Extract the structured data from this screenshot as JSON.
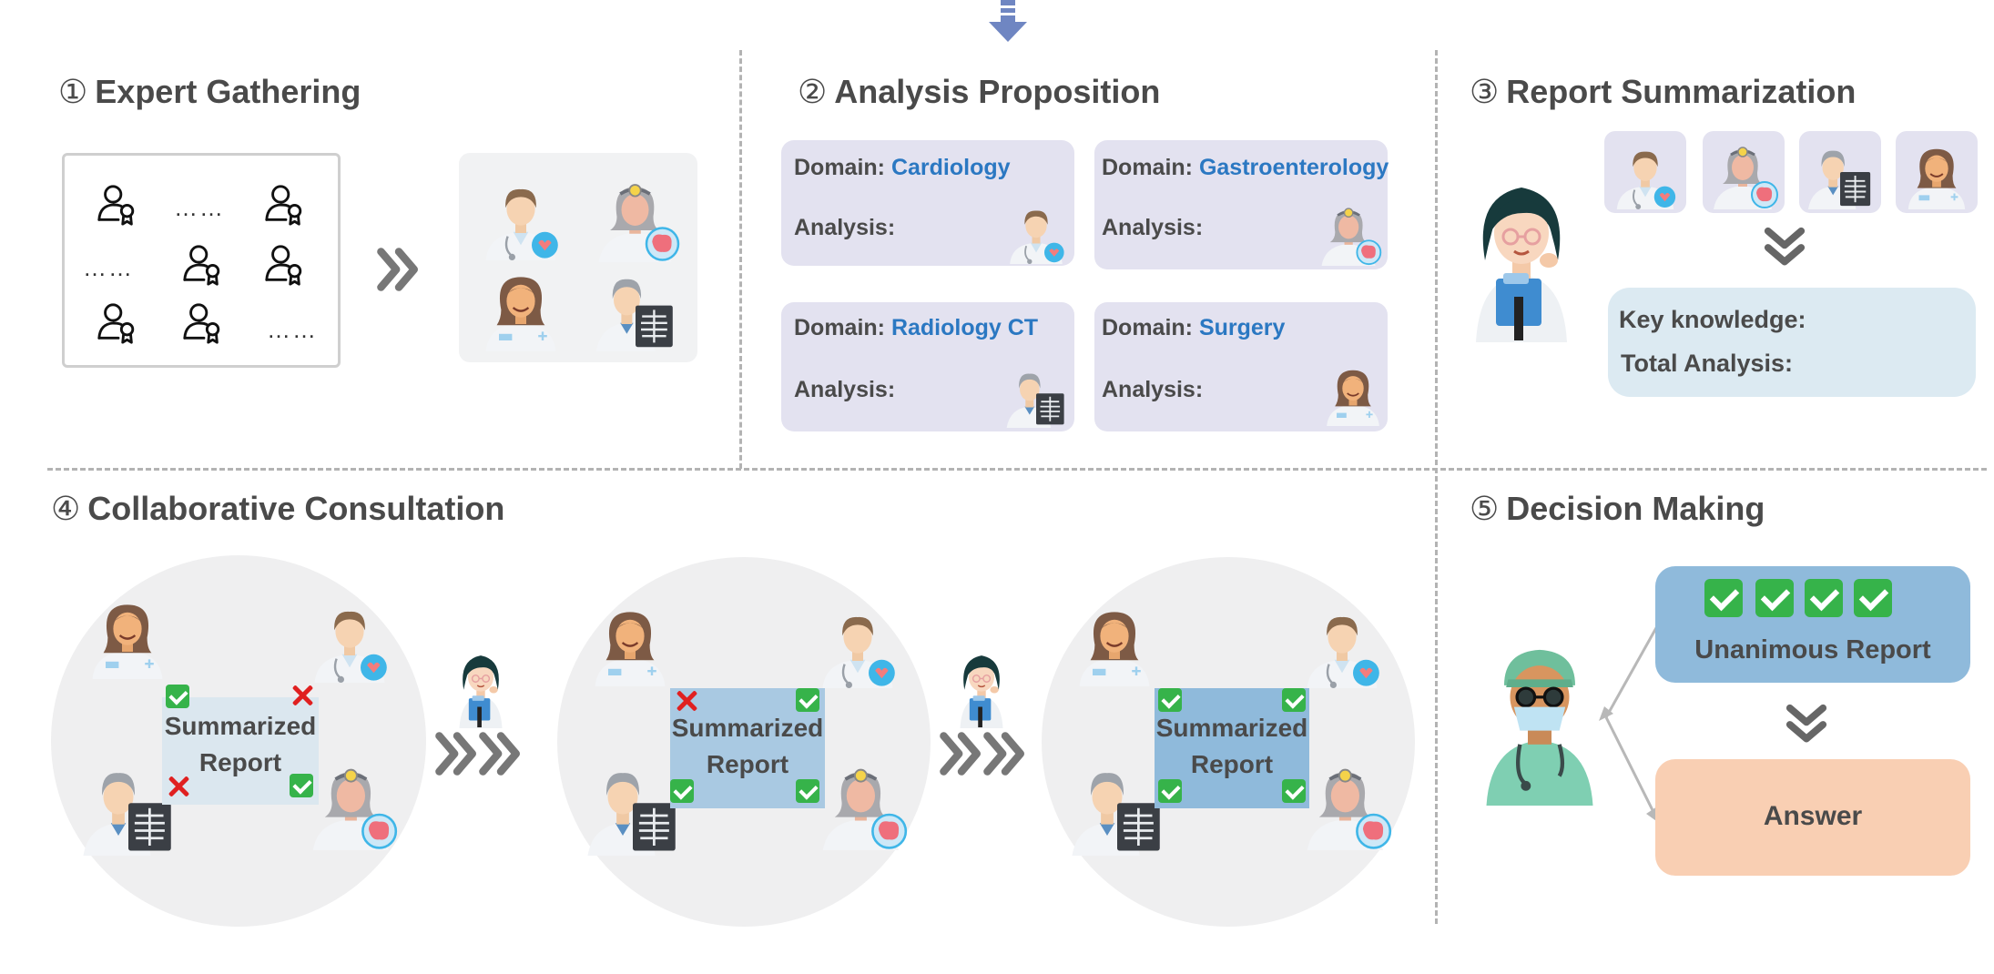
{
  "sections": {
    "s1": {
      "num": "①",
      "title": "Expert Gathering"
    },
    "s2": {
      "num": "②",
      "title": "Analysis Proposition"
    },
    "s3": {
      "num": "③",
      "title": "Report Summarization"
    },
    "s4": {
      "num": "④",
      "title": "Collaborative Consultation"
    },
    "s5": {
      "num": "⑤",
      "title": "Decision Making"
    }
  },
  "gathering": {
    "ellipsis": "……"
  },
  "domain_cards": [
    {
      "domain_label": "Domain:",
      "domain": "Cardiology",
      "analysis_label": "Analysis:"
    },
    {
      "domain_label": "Domain:",
      "domain": "Gastroenterology",
      "analysis_label": "Analysis:"
    },
    {
      "domain_label": "Domain:",
      "domain": "Radiology CT",
      "analysis_label": "Analysis:"
    },
    {
      "domain_label": "Domain:",
      "domain": "Surgery",
      "analysis_label": "Analysis:"
    }
  ],
  "summary_box": {
    "key_knowledge": "Key knowledge:",
    "total_analysis": "Total Analysis:"
  },
  "consultation": {
    "report_line1": "Summarized",
    "report_line2": "Report"
  },
  "decision": {
    "unanimous": "Unanimous Report",
    "answer": "Answer"
  },
  "icons": [
    "expert-outline-icon",
    "doctor-cardiology-icon",
    "doctor-gastro-icon",
    "doctor-radiology-icon",
    "doctor-surgery-icon",
    "summarizer-doctor-icon",
    "decision-maker-doctor-icon",
    "check-icon",
    "cross-icon",
    "chevron-right-icon",
    "chevron-down-icon",
    "down-arrow-icon"
  ],
  "colors": {
    "card": "#e3e2f0",
    "summary": "#dceaf2",
    "report_light": "#dbe7ef",
    "report_mid": "#a9c9e2",
    "report_dark": "#8fbadb",
    "unanimous": "#8fbadb",
    "answer": "#f9cfb3",
    "blue_text": "#2b78c2",
    "check": "#36b34a",
    "cross": "#e02020"
  }
}
